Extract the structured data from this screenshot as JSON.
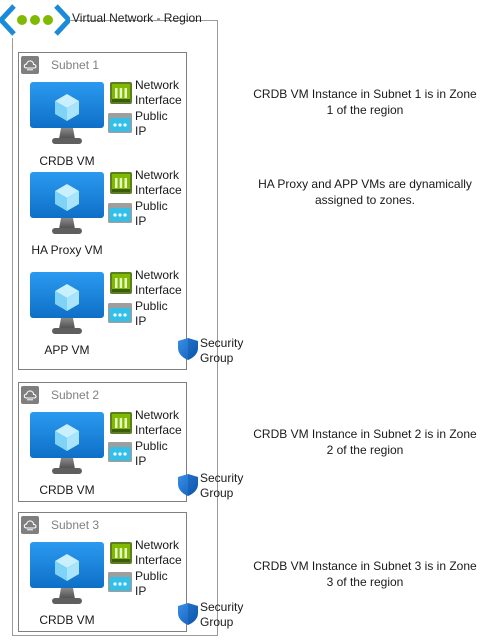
{
  "vnet": {
    "title": "Virtual Network - Region"
  },
  "subnets": [
    {
      "title": "Subnet 1",
      "vms": [
        {
          "label": "CRDB VM",
          "nic_line1": "Network",
          "nic_line2": "Interface",
          "pip_line1": "Public",
          "pip_line2": "IP"
        },
        {
          "label": "HA Proxy VM",
          "nic_line1": "Network",
          "nic_line2": "Interface",
          "pip_line1": "Public",
          "pip_line2": "IP"
        },
        {
          "label": "APP VM",
          "nic_line1": "Network",
          "nic_line2": "Interface",
          "pip_line1": "Public",
          "pip_line2": "IP"
        }
      ],
      "sg_line1": "Security",
      "sg_line2": "Group"
    },
    {
      "title": "Subnet 2",
      "vms": [
        {
          "label": "CRDB VM",
          "nic_line1": "Network",
          "nic_line2": "Interface",
          "pip_line1": "Public",
          "pip_line2": "IP"
        }
      ],
      "sg_line1": "Security",
      "sg_line2": "Group"
    },
    {
      "title": "Subnet 3",
      "vms": [
        {
          "label": "CRDB VM",
          "nic_line1": "Network",
          "nic_line2": "Interface",
          "pip_line1": "Public",
          "pip_line2": "IP"
        }
      ],
      "sg_line1": "Security",
      "sg_line2": "Group"
    }
  ],
  "notes": [
    {
      "line1": "CRDB VM Instance in Subnet 1 is in Zone",
      "line2": "1 of the region"
    },
    {
      "line1": "HA Proxy and APP VMs are dynamically",
      "line2": "assigned to zones."
    },
    {
      "line1": "CRDB VM Instance in Subnet 2 is in Zone",
      "line2": "2 of the region"
    },
    {
      "line1": "CRDB VM Instance in Subnet 3 is in Zone",
      "line2": "3 of the region"
    }
  ],
  "colors": {
    "vm_blue": "#1f8ceb",
    "nic_green": "#7fba00",
    "pip_cyan": "#32bfe8",
    "shield_blue": "#1c6fd1",
    "subnet_grey": "#7f7f7f"
  },
  "icons": [
    "virtual-network-icon",
    "subnet-cloud-icon",
    "virtual-machine-icon",
    "network-interface-icon",
    "public-ip-icon",
    "security-group-shield-icon"
  ]
}
